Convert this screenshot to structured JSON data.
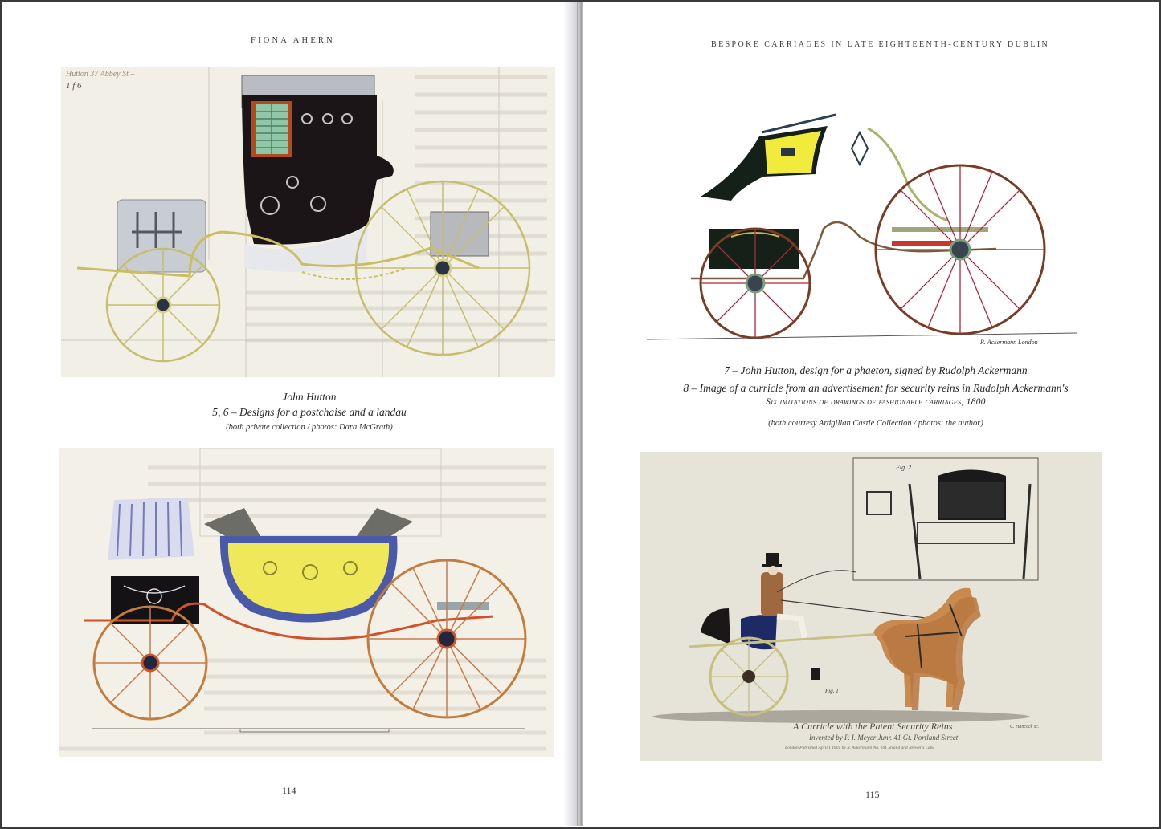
{
  "spread": {
    "left_page": {
      "running_head": "Fiona Ahern",
      "folio": "114",
      "caption": {
        "author": "John Hutton",
        "title": "5, 6 – Designs for a postchaise and a landau",
        "credit": "(both private collection / photos: Dara McGrath)"
      },
      "plates": [
        {
          "figure": "5",
          "subject": "postchaise",
          "annotation_line1": "Hutton 37 Abbey St –",
          "annotation_line2": "1 f 6",
          "colors": {
            "body": "#1a1416",
            "shutters": "#8fc9a8",
            "shutter_frame": "#b3481f",
            "gear": "#d6cf8a",
            "boot": "#c9ccd2",
            "paper": "#f2efe6"
          }
        },
        {
          "figure": "6",
          "subject": "landau",
          "colors": {
            "body": "#efe85a",
            "trim": "#4b5aa8",
            "hood": "#6d6d68",
            "boot": "#141214",
            "gear": "#c9572b",
            "paper": "#f3f0e7"
          }
        }
      ]
    },
    "right_page": {
      "running_head": "Bespoke carriages in late eighteenth-century Dublin",
      "folio": "115",
      "captions": [
        {
          "text": "7 – John Hutton, design for a phaeton, signed by Rudolph Ackermann"
        },
        {
          "text": "8 – Image of a curricle from an advertisement for security reins in Rudolph Ackermann's"
        },
        {
          "text": "Six imitations of drawings of fashionable carriages, 1800"
        }
      ],
      "credit": "(both courtesy Ardgillan Castle Collection / photos: the author)",
      "plates": [
        {
          "figure": "7",
          "subject": "phaeton",
          "signature": "R. Ackermann London",
          "colors": {
            "body": "#f1ec3c",
            "boot": "#152018",
            "wheel": "#7a3b24",
            "spoke": "#b3253a",
            "paper": "#ffffff"
          }
        },
        {
          "figure": "8",
          "subject": "curricle",
          "fig_labels": [
            "Fig. 2",
            "Fig. 1"
          ],
          "engraving_title": "A Curricle with the Patent Security Reins",
          "engraving_subtitle": "Invented by P. I. Meyer Junr. 41 Gt. Portland Street",
          "engraving_imprint": "London Published April 1 1801 by R. Ackermann No. 101 Strand and Brewer's Lane",
          "engraver": "C. Hancock sc.",
          "colors": {
            "horse": "#c98a4f",
            "coat": "#a0683e",
            "body": "#1e2a66",
            "paper": "#e6e3d8"
          }
        }
      ]
    }
  }
}
